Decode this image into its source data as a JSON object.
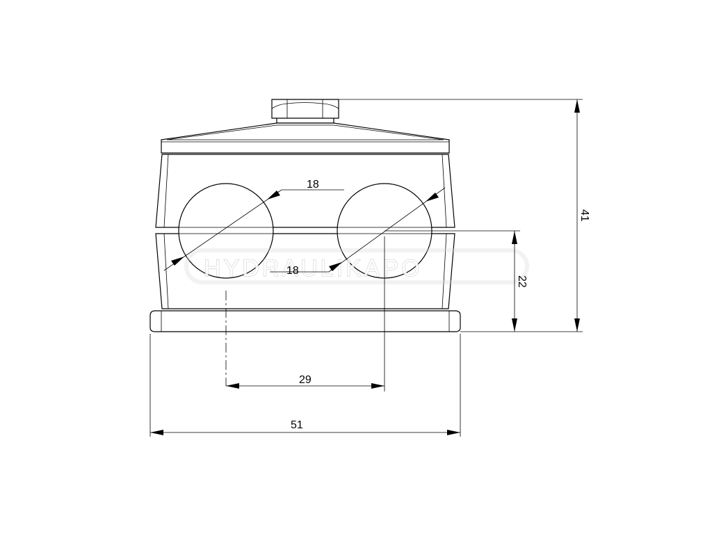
{
  "drawing": {
    "dimensions": {
      "overall_height": "41",
      "base_to_center": "22",
      "hole_spacing": "29",
      "base_width": "51",
      "left_hole_diameter": "18",
      "right_hole_diameter": "18"
    },
    "watermark": {
      "text": "HYDRAULIKAPO"
    },
    "colors": {
      "line": "#000000",
      "watermark": "#c8c8c8"
    }
  }
}
